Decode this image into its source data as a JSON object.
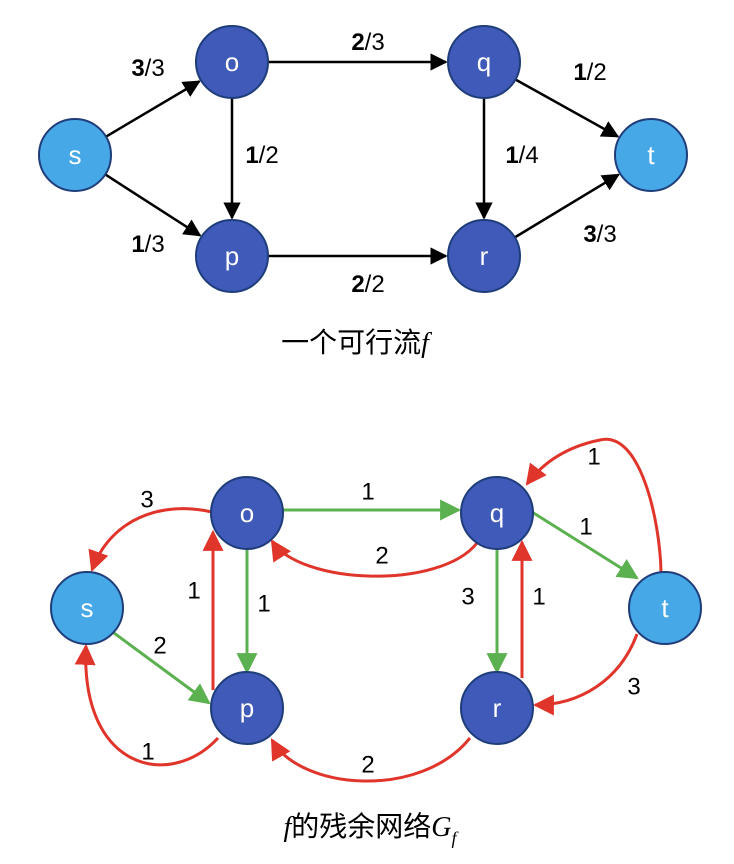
{
  "colors": {
    "source_sink_fill": "#46a8e6",
    "inner_fill": "#3f5ab8",
    "node_stroke": "#1f3d7a",
    "forward_edge": "#5bb04f",
    "backward_edge": "#e0352b",
    "flow_edge": "#000000"
  },
  "flow_graph": {
    "nodes": {
      "s": {
        "label": "s"
      },
      "o": {
        "label": "o"
      },
      "p": {
        "label": "p"
      },
      "q": {
        "label": "q"
      },
      "r": {
        "label": "r"
      },
      "t": {
        "label": "t"
      }
    },
    "edges": [
      {
        "from": "s",
        "to": "o",
        "flow": "3",
        "capacity": "3"
      },
      {
        "from": "s",
        "to": "p",
        "flow": "1",
        "capacity": "3"
      },
      {
        "from": "o",
        "to": "q",
        "flow": "2",
        "capacity": "3"
      },
      {
        "from": "o",
        "to": "p",
        "flow": "1",
        "capacity": "2"
      },
      {
        "from": "p",
        "to": "r",
        "flow": "2",
        "capacity": "2"
      },
      {
        "from": "q",
        "to": "r",
        "flow": "1",
        "capacity": "4"
      },
      {
        "from": "q",
        "to": "t",
        "flow": "1",
        "capacity": "2"
      },
      {
        "from": "r",
        "to": "t",
        "flow": "3",
        "capacity": "3"
      }
    ],
    "caption": {
      "text": "一个可行流",
      "italic": "f"
    }
  },
  "residual_graph": {
    "nodes": {
      "s": {
        "label": "s"
      },
      "o": {
        "label": "o"
      },
      "p": {
        "label": "p"
      },
      "q": {
        "label": "q"
      },
      "r": {
        "label": "r"
      },
      "t": {
        "label": "t"
      }
    },
    "edges": [
      {
        "from": "o",
        "to": "s",
        "residual": "3",
        "kind": "backward"
      },
      {
        "from": "p",
        "to": "s",
        "residual": "1",
        "kind": "backward"
      },
      {
        "from": "s",
        "to": "p",
        "residual": "2",
        "kind": "forward"
      },
      {
        "from": "o",
        "to": "q",
        "residual": "1",
        "kind": "forward"
      },
      {
        "from": "q",
        "to": "o",
        "residual": "2",
        "kind": "backward"
      },
      {
        "from": "o",
        "to": "p",
        "residual": "1",
        "kind": "forward"
      },
      {
        "from": "p",
        "to": "o",
        "residual": "1",
        "kind": "backward"
      },
      {
        "from": "r",
        "to": "p",
        "residual": "2",
        "kind": "backward"
      },
      {
        "from": "q",
        "to": "r",
        "residual": "3",
        "kind": "forward"
      },
      {
        "from": "r",
        "to": "q",
        "residual": "1",
        "kind": "backward"
      },
      {
        "from": "q",
        "to": "t",
        "residual": "1",
        "kind": "forward"
      },
      {
        "from": "t",
        "to": "q",
        "residual": "1",
        "kind": "backward"
      },
      {
        "from": "t",
        "to": "r",
        "residual": "3",
        "kind": "backward"
      }
    ],
    "caption": {
      "italic_prefix": "f",
      "text": "的残余网络",
      "italic_G": "G",
      "subscript": "f"
    }
  }
}
